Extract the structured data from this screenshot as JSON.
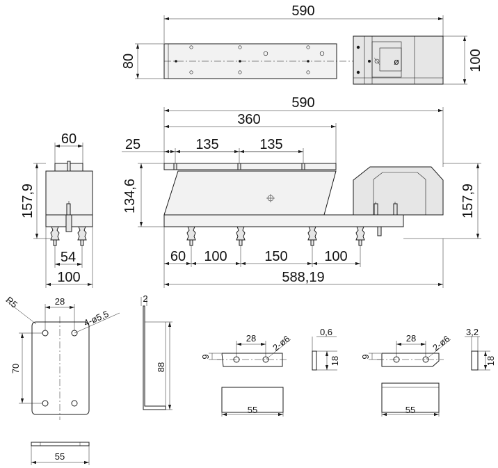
{
  "top_view": {
    "dim_length": "590",
    "dim_height": "80",
    "dim_right": "100",
    "phi_mark": "ø"
  },
  "front_view": {
    "dim_overall": "590",
    "dim_360": "360",
    "dim_25": "25",
    "dim_135_a": "135",
    "dim_135_b": "135",
    "dim_left_height": "134,6",
    "dim_right_height": "157,9",
    "dim_60": "60",
    "dim_100_a": "100",
    "dim_150": "150",
    "dim_100_b": "100",
    "dim_bottom": "588,19"
  },
  "side_view": {
    "dim_top": "60",
    "dim_height": "157,9",
    "dim_54": "54",
    "dim_bottom": "100"
  },
  "bracket": {
    "radius_label": "R5",
    "hole_spacing": "28",
    "holes_label": "4-ø5,5",
    "height": "70",
    "bottom_width": "55",
    "thickness": "2",
    "side_length": "88"
  },
  "plate_a": {
    "hole_spacing": "28",
    "holes_label": "2-ø6",
    "edge_offset": "9",
    "width": "55",
    "thickness": "0,6",
    "height": "18"
  },
  "plate_b": {
    "hole_spacing": "28",
    "holes_label": "2-ø6",
    "edge_offset": "9",
    "width": "55",
    "thickness": "3,2",
    "height": "18"
  }
}
